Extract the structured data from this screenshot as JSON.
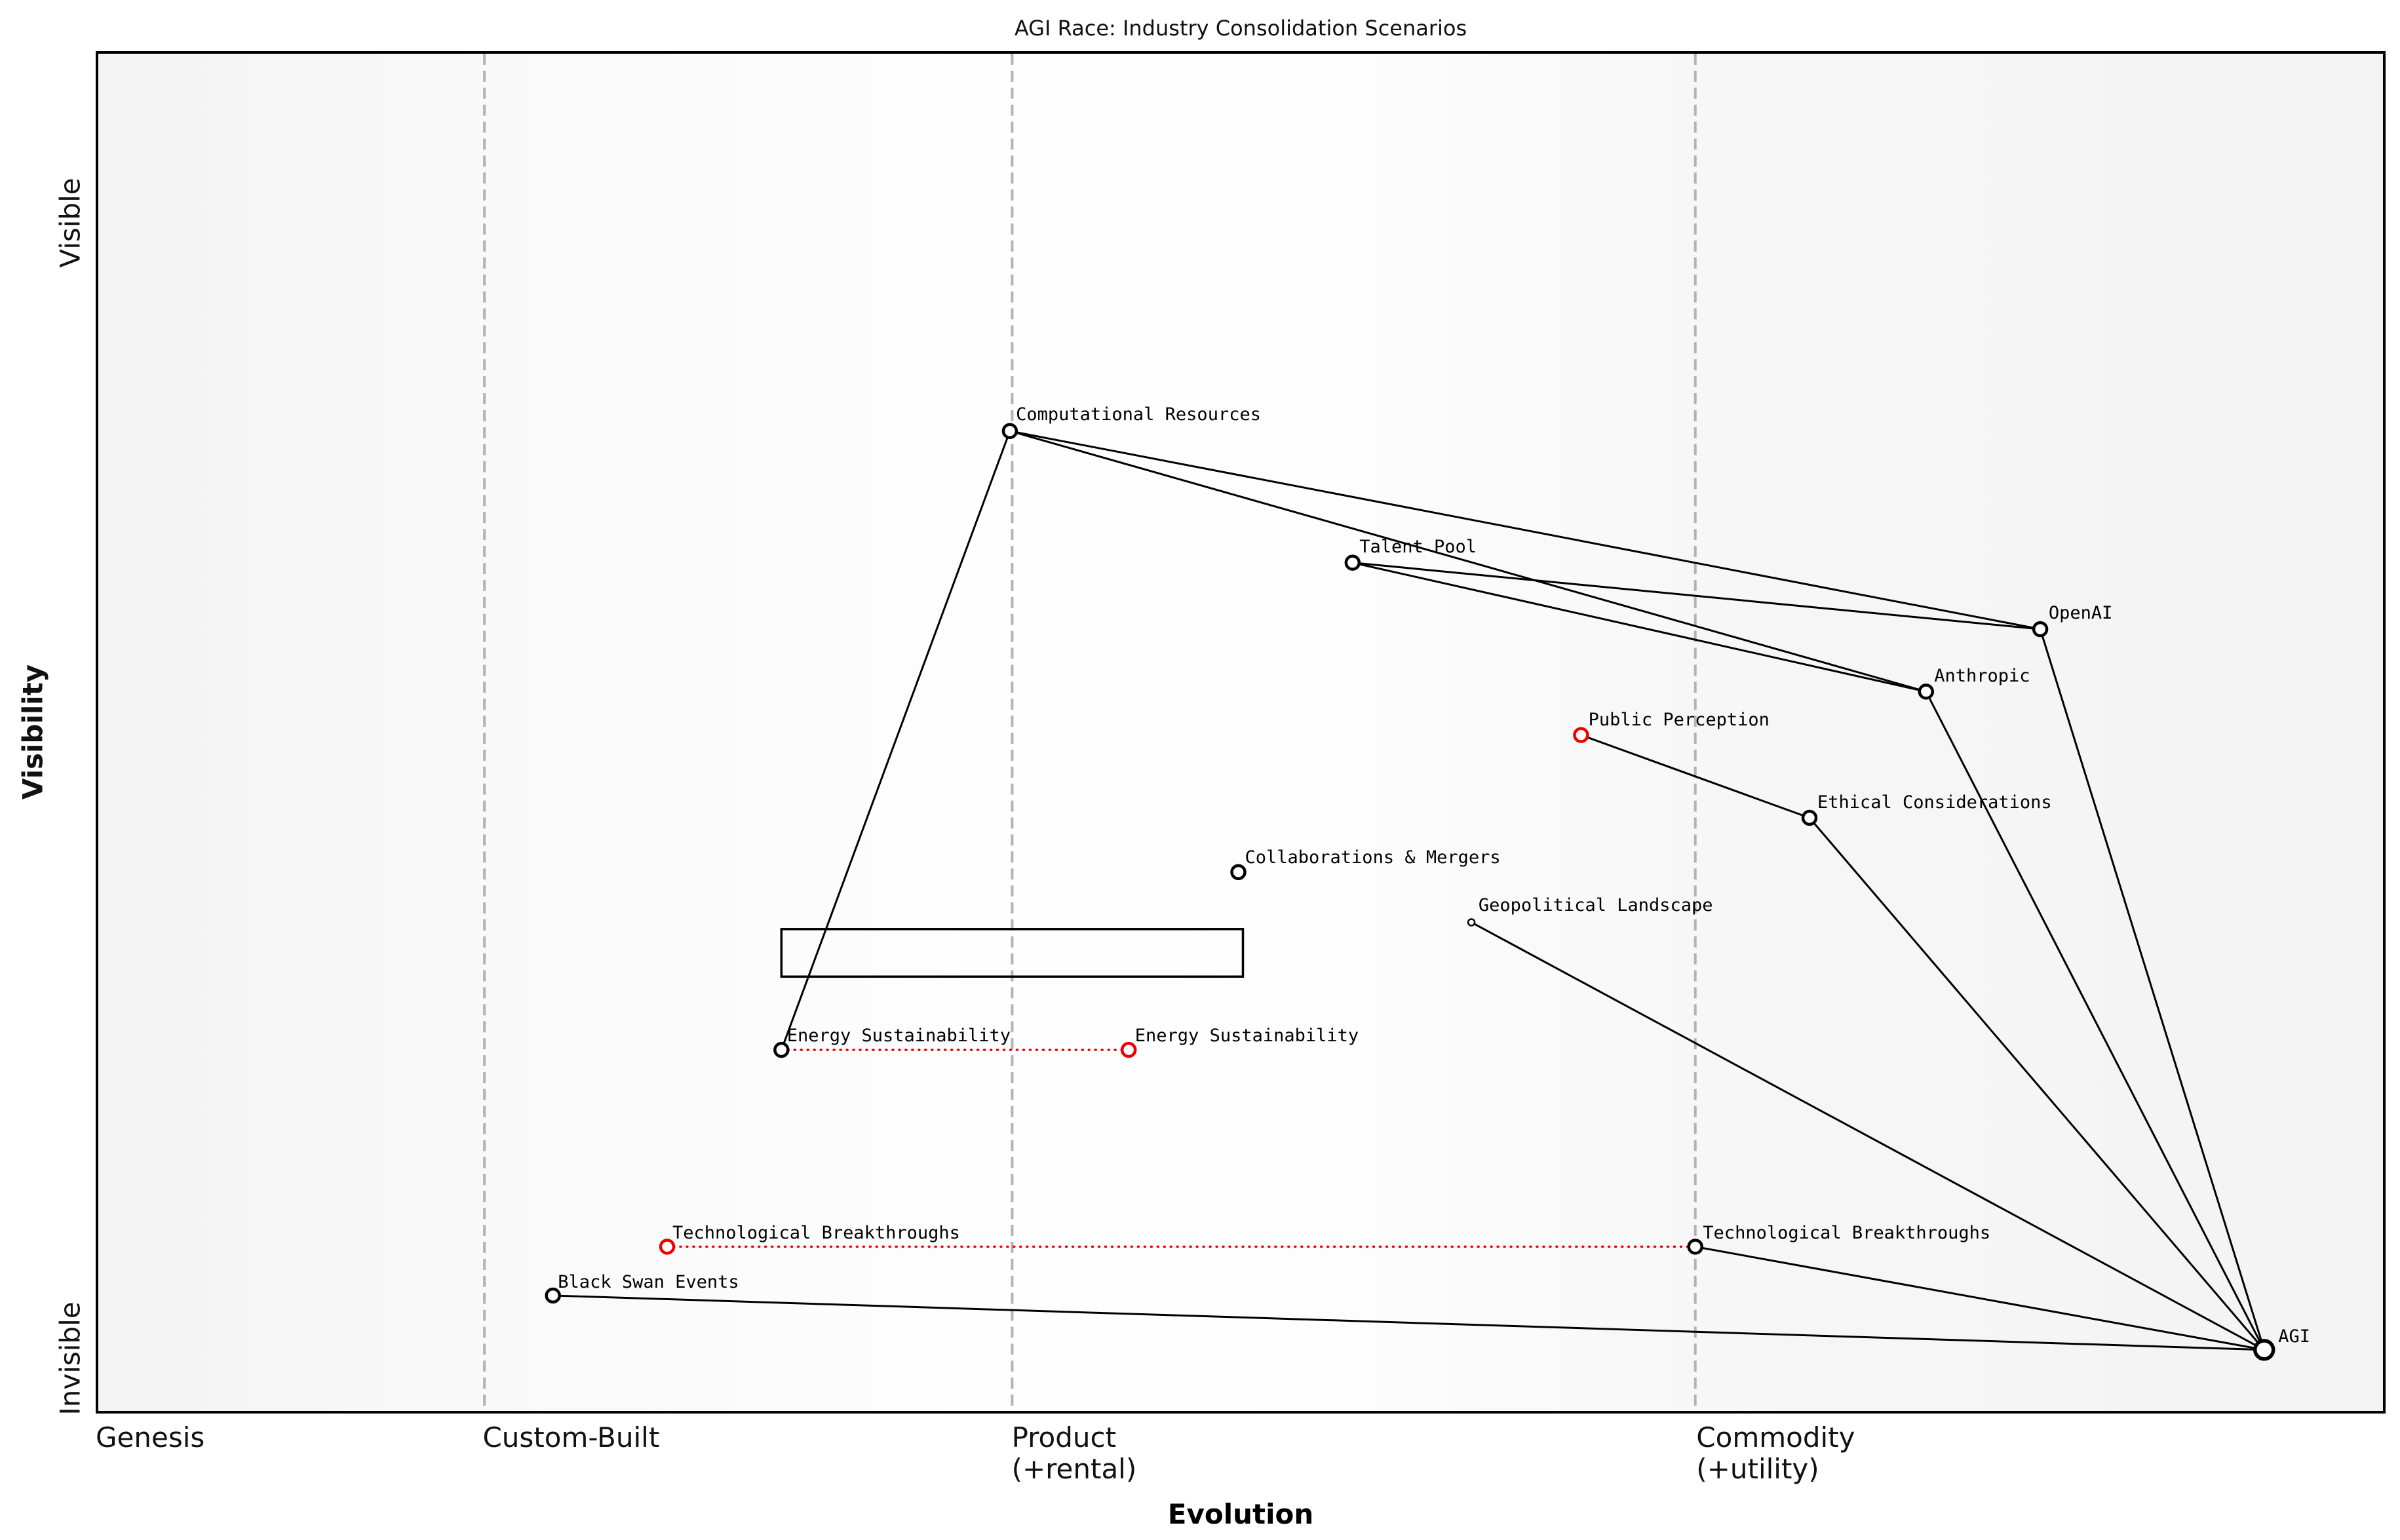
{
  "chart_data": {
    "type": "scatter",
    "subtype": "wardley_map_network",
    "title": "AGI Race: Industry Consolidation Scenarios",
    "xlabel": "Evolution",
    "ylabel": "Visibility",
    "y_tick_labels": [
      "Visible",
      "Invisible"
    ],
    "x_stages": [
      {
        "label": "Genesis",
        "sublabel": "",
        "x": 0.0
      },
      {
        "label": "Custom-Built",
        "sublabel": "",
        "x": 0.169
      },
      {
        "label": "Product",
        "sublabel": "(+rental)",
        "x": 0.4
      },
      {
        "label": "Commodity",
        "sublabel": "(+utility)",
        "x": 0.699
      }
    ],
    "gridlines_x": [
      0.169,
      0.4,
      0.699
    ],
    "colors": {
      "line": "#000000",
      "movement": "#ee0000",
      "gridline": "#b3b3b3",
      "plot_border": "#000000",
      "background": "#ffffff"
    },
    "nodes": [
      {
        "id": "computational-resources",
        "label": "Computational Resources",
        "x": 0.399,
        "y": 0.278,
        "color": "black",
        "size": "normal"
      },
      {
        "id": "talent-pool",
        "label": "Talent Pool",
        "x": 0.549,
        "y": 0.375,
        "color": "black",
        "size": "normal"
      },
      {
        "id": "openai",
        "label": "OpenAI",
        "x": 0.85,
        "y": 0.424,
        "color": "black",
        "size": "normal"
      },
      {
        "id": "anthropic",
        "label": "Anthropic",
        "x": 0.8,
        "y": 0.47,
        "color": "black",
        "size": "normal"
      },
      {
        "id": "public-perception",
        "label": "Public Perception",
        "x": 0.649,
        "y": 0.502,
        "color": "red",
        "size": "normal"
      },
      {
        "id": "ethical-considerations",
        "label": "Ethical Considerations",
        "x": 0.749,
        "y": 0.563,
        "color": "black",
        "size": "normal"
      },
      {
        "id": "collaborations-mergers",
        "label": "Collaborations & Mergers",
        "x": 0.499,
        "y": 0.603,
        "color": "black",
        "size": "normal"
      },
      {
        "id": "geopolitical-landscape",
        "label": "Geopolitical Landscape",
        "x": 0.601,
        "y": 0.64,
        "color": "black",
        "size": "tiny"
      },
      {
        "id": "energy-sustainability-a",
        "label": "Energy Sustainability",
        "x": 0.299,
        "y": 0.734,
        "color": "black",
        "size": "normal"
      },
      {
        "id": "energy-sustainability-b",
        "label": "Energy Sustainability",
        "x": 0.451,
        "y": 0.734,
        "color": "red",
        "size": "normal"
      },
      {
        "id": "technological-breakthroughs-a",
        "label": "Technological Breakthroughs",
        "x": 0.249,
        "y": 0.879,
        "color": "red",
        "size": "normal"
      },
      {
        "id": "technological-breakthroughs-b",
        "label": "Technological Breakthroughs",
        "x": 0.699,
        "y": 0.879,
        "color": "black",
        "size": "normal"
      },
      {
        "id": "black-swan-events",
        "label": "Black Swan Events",
        "x": 0.199,
        "y": 0.915,
        "color": "black",
        "size": "normal"
      },
      {
        "id": "agi",
        "label": "AGI",
        "x": 0.948,
        "y": 0.955,
        "color": "black",
        "size": "large"
      }
    ],
    "edges": [
      [
        "computational-resources",
        "openai"
      ],
      [
        "computational-resources",
        "anthropic"
      ],
      [
        "computational-resources",
        "energy-sustainability-a"
      ],
      [
        "talent-pool",
        "openai"
      ],
      [
        "talent-pool",
        "anthropic"
      ],
      [
        "openai",
        "agi"
      ],
      [
        "anthropic",
        "agi"
      ],
      [
        "public-perception",
        "ethical-considerations"
      ],
      [
        "ethical-considerations",
        "agi"
      ],
      [
        "geopolitical-landscape",
        "agi"
      ],
      [
        "technological-breakthroughs-b",
        "agi"
      ],
      [
        "black-swan-events",
        "agi"
      ]
    ],
    "movements": [
      [
        "energy-sustainability-a",
        "energy-sustainability-b"
      ],
      [
        "technological-breakthroughs-a",
        "technological-breakthroughs-b"
      ]
    ],
    "annotation_rect": {
      "x0": 0.299,
      "y0": 0.645,
      "x1": 0.501,
      "y1": 0.68
    }
  }
}
